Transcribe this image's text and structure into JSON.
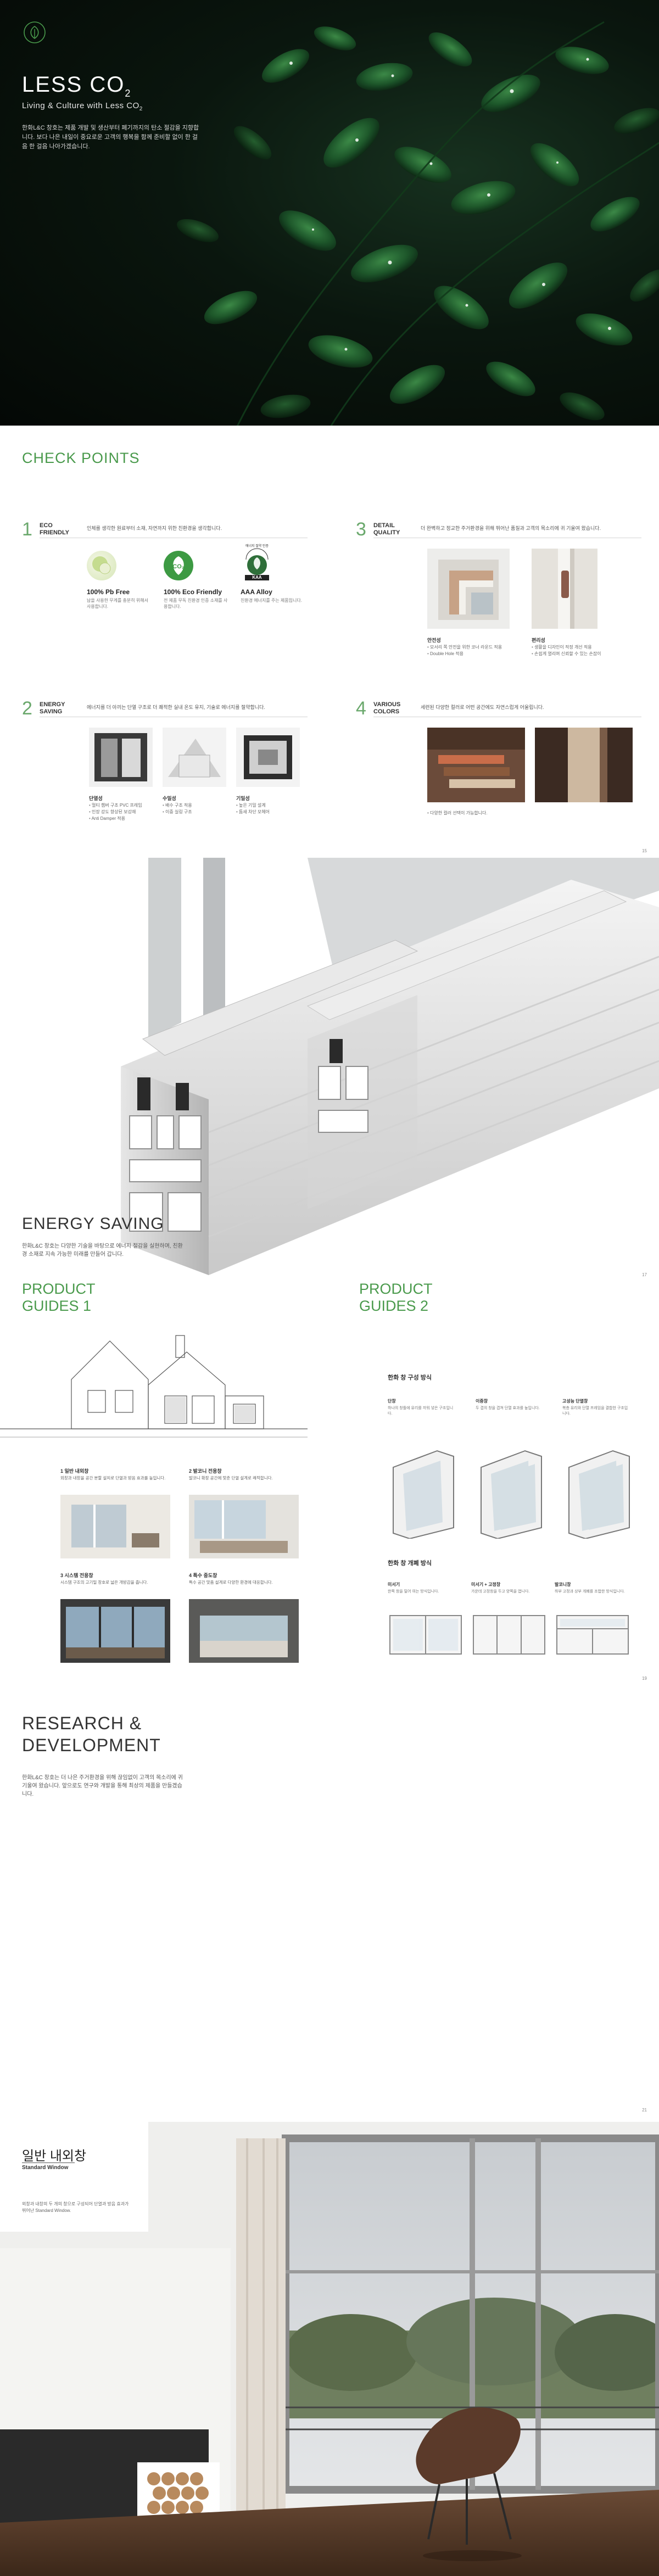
{
  "hero": {
    "title_main": "LESS CO",
    "title_sub": "2",
    "subtitle_main": "Living & Culture with Less CO",
    "subtitle_sub": "2",
    "description": "한화L&C 창호는 제품 개발 및 생산부터 폐기까지의 탄소 절감을 지향합니다. 보다 나은 내일이 중요로운 고객의 행복을 함께 준비할 없이 한 걸음 한 걸음 나아가겠습니다."
  },
  "checkpoints": {
    "heading": "CHECK POINTS",
    "eco": {
      "number": "1",
      "label_line1": "ECO",
      "label_line2": "FRIENDLY",
      "desc": "인체를 생각한 원료부터 소재, 자연까지 위한 친환경을 생각합니다.",
      "badges": [
        {
          "title": "100% Pb Free",
          "text": "납을 사용한 무게를 충분히 위해서 사용합니다."
        },
        {
          "title": "100% Eco Friendly",
          "text": "전 제품 무독 친환경 인증 소재를 사용합니다."
        },
        {
          "title": "AAA Alloy",
          "text": "친환경 에너지를 주는 제품입니다.",
          "mark_text": "KAA",
          "mark_ring": "에너지 절약 인증"
        }
      ]
    },
    "detail": {
      "number": "3",
      "label_line1": "DETAIL",
      "label_line2": "QUALITY",
      "desc": "더 완벽하고 정교한 주거환경을 위해 뛰어난 품질과 고객의 목소리에 귀 기울여 왔습니다.",
      "left_caption_title": "안전성",
      "left_caption_items": [
        "모서리 쪽 안전을 위한 코너 라운드 적용",
        "Double Hole 적용"
      ],
      "right_caption_title": "편리성",
      "right_caption_items": [
        "생활을 디자인이 적정 개선 적용",
        "손쉽게 열리며 신뢰할 수 있는 손잡이"
      ]
    },
    "energy": {
      "number": "2",
      "label_line1": "ENERGY",
      "label_line2": "SAVING",
      "desc": "에너지를 더 아끼는 단열 구조로 더 쾌적한 실내 온도 유지, 기술로 에너지를 절약합니다.",
      "cols": [
        {
          "title": "단열성",
          "items": [
            "멀티 챔버 구조 PVC 프레임",
            "인장 강도 향상된 보강재",
            "Anti Damper 적용"
          ]
        },
        {
          "title": "수밀성",
          "items": [
            "배수 구조 적용",
            "이중 실링 구조"
          ]
        },
        {
          "title": "기밀성",
          "items": [
            "높은 기밀 설계",
            "틈새 차단 모헤어"
          ]
        }
      ]
    },
    "colors": {
      "number": "4",
      "label_line1": "VARIOUS",
      "label_line2": "COLORS",
      "desc": "세련된 다양한 컬러로 어떤 공간에도 자연스럽게 어울립니다.",
      "caption_items": [
        "다양한 컬러 선택이 가능합니다."
      ]
    },
    "page_number": "15"
  },
  "energy_saving": {
    "title": "ENERGY SAVING",
    "description": "한화L&C 창호는 다양한 기술을 바탕으로 에너지 절감을 실현하며, 친환경 소재로 지속 가능한 미래를 만들어 갑니다.",
    "page_number": "17"
  },
  "guides": {
    "pg1_line1": "PRODUCT",
    "pg1_line2": "GUIDES 1",
    "pg2_line1": "PRODUCT",
    "pg2_line2": "GUIDES 2",
    "items": [
      {
        "num": "1  일반 내외창",
        "text": "외창과 내창을 공간 분할 설치로 단열과 방음 효과를 높입니다."
      },
      {
        "num": "2  발코니 전용창",
        "text": "발코니 확장 공간에 맞춘 단열 설계로 쾌적합니다."
      },
      {
        "num": "3  시스템 전용창",
        "text": "시스템 구조의 고기밀 창호로 넓은 개방감을 줍니다."
      },
      {
        "num": "4  특수 중도창",
        "text": "특수 공간 맞춤 설계로 다양한 환경에 대응합니다."
      }
    ],
    "glass_heading": "한화 창 구성 방식",
    "glass_items": [
      {
        "label": "단창",
        "text": "하나의 창틀에 유리를 끼워 넣은 구조입니다."
      },
      {
        "label": "이중창",
        "text": "두 겹의 창을 겹쳐 단열 효과를 높입니다."
      },
      {
        "label": "고성능 단열창",
        "text": "복층 유리와 단열 프레임을 결합한 구조입니다."
      }
    ],
    "open_heading": "한화 창 개폐 방식",
    "open_items": [
      {
        "label": "미서기",
        "text": "한쪽 창을 밀어 여는 방식입니다."
      },
      {
        "label": "미서기 + 고정창",
        "text": "가운데 고정창을 두고 양쪽을 엽니다."
      },
      {
        "label": "발코니창",
        "text": "하부 고정과 상부 개폐를 조합한 방식입니다."
      }
    ],
    "page_number": "19"
  },
  "rnd": {
    "title_line1": "RESEARCH &",
    "title_line2": "DEVELOPMENT",
    "description": "한화L&C 창호는 더 나은 주거환경을 위해 끊임없이 고객의 목소리에 귀 기울여 왔습니다. 앞으로도 연구와 개발을 통해 최상의 제품을 만들겠습니다.",
    "page_number": "21"
  },
  "standard_window": {
    "title": "일반 내외창",
    "subtitle": "Standard Window",
    "description": "외창과 내창의 두 개의 창으로 구성되어 단열과 방음 효과가 뛰어난 Standard Window."
  },
  "colors": {
    "brand_green": "#4a9a4c",
    "hero_bg": "#0a160e",
    "leaf": "#2f7a3c",
    "text_dark": "#333333"
  }
}
